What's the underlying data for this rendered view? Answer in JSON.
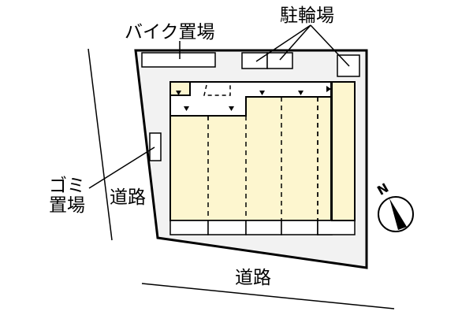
{
  "labels": {
    "bike_parking": "バイク置場",
    "bicycle_parking": "駐輪場",
    "garbage_line1": "ゴミ",
    "garbage_line2": "置場",
    "road_left": "道路",
    "road_bottom": "道路",
    "north": "N"
  },
  "colors": {
    "lot": "#f2f2f2",
    "unit": "#fdf6cf",
    "outline": "#000000"
  },
  "units": 5
}
